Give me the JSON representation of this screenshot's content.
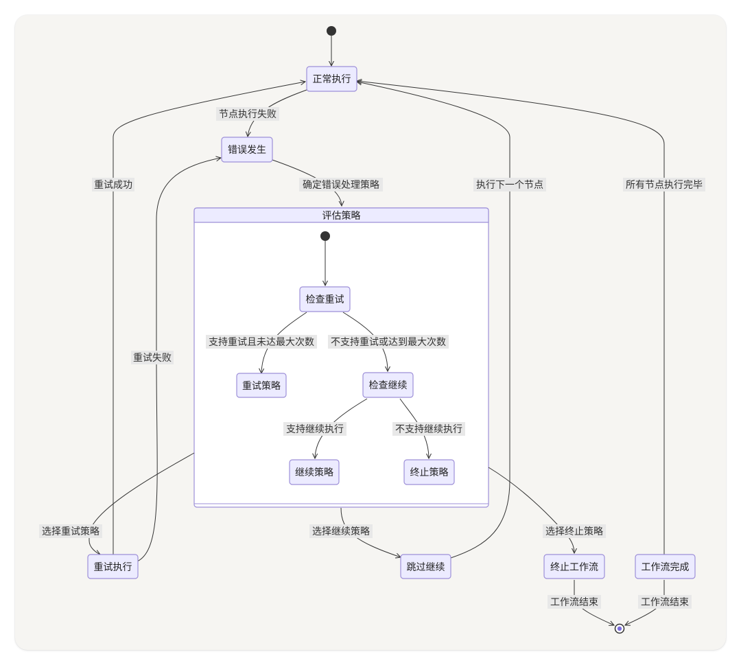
{
  "states": {
    "normal": "正常执行",
    "error": "错误发生",
    "retry_exec": "重试执行",
    "skip": "跳过继续",
    "terminate": "终止工作流",
    "complete": "工作流完成"
  },
  "composite": {
    "title": "评估策略",
    "states": {
      "check_retry": "检查重试",
      "retry_policy": "重试策略",
      "check_continue": "检查继续",
      "continue_policy": "继续策略",
      "stop_policy": "终止策略"
    }
  },
  "edges": {
    "node_fail": "节点执行失败",
    "determine": "确定错误处理策略",
    "retry_success": "重试成功",
    "retry_fail": "重试失败",
    "exec_next": "执行下一个节点",
    "all_done": "所有节点执行完毕",
    "support_retry": "支持重试且未达最大次数",
    "no_retry": "不支持重试或达到最大次数",
    "support_continue": "支持继续执行",
    "no_continue": "不支持继续执行",
    "choose_retry": "选择重试策略",
    "choose_continue": "选择继续策略",
    "choose_stop": "选择终止策略",
    "wf_end_1": "工作流结束",
    "wf_end_2": "工作流结束"
  },
  "colors": {
    "state_fill": "#ecebff",
    "state_stroke": "#9d8fd8",
    "edge": "#333333",
    "label_bg": "#e8e8e8",
    "card_bg": "#f6f5f2"
  }
}
